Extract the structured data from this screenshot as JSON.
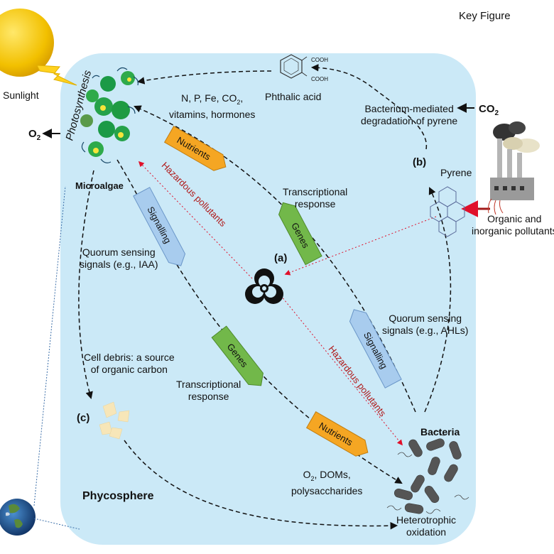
{
  "header": {
    "key_figure": "Key Figure"
  },
  "labels": {
    "sunlight": "Sunlight",
    "o2": "O",
    "o2_sub": "2",
    "photosynthesis": "Photosynthesis",
    "microalgae": "Microalgae",
    "nutrient_list_1": "N, P, Fe, CO",
    "nutrient_list_1_sub": "2",
    "nutrient_list_1_tail": ",",
    "nutrient_list_2": "vitamins, hormones",
    "phthalic_acid": "Phthalic acid",
    "cooh1": "COOH",
    "cooh2": "COOH",
    "bacterium_deg_1": "Bacterium-mediated",
    "bacterium_deg_2": "degradation of pyrene",
    "co2": "CO",
    "co2_sub": "2",
    "label_b": "(b)",
    "pyrene": "Pyrene",
    "pollutants_1": "Organic and",
    "pollutants_2": "inorganic pollutants",
    "transcriptional_top_1": "Transcriptional",
    "transcriptional_top_2": "response",
    "quorum_left_1": "Quorum sensing",
    "quorum_left_2": "signals (e.g., IAA)",
    "label_a": "(a)",
    "quorum_right_1": "Quorum sensing",
    "quorum_right_2": "signals (e.g., AHLs)",
    "cell_debris_1": "Cell debris: a source",
    "cell_debris_2": "of organic carbon",
    "label_c": "(c)",
    "transcriptional_bot_1": "Transcriptional",
    "transcriptional_bot_2": "response",
    "bacteria": "Bacteria",
    "o2doms_1": "O",
    "o2doms_1_sub": "2",
    "o2doms_1_tail": ", DOMs,",
    "o2doms_2": "polysaccharides",
    "phycosphere": "Phycosphere",
    "heterotrophic_1": "Heterotrophic",
    "heterotrophic_2": "oxidation"
  },
  "tags": {
    "nutrients_top": "Nutrients",
    "signalling_left": "Signalling",
    "hazardous_left": "Hazardous pollutants",
    "genes_top": "Genes",
    "signalling_right": "Signalling",
    "hazardous_right": "Hazardous pollutants",
    "genes_bottom": "Genes",
    "nutrients_bottom": "Nutrients"
  },
  "colors": {
    "phycosphere_fill": "#cbe9f7",
    "nutrients": "#f5a623",
    "genes": "#72b84a",
    "signalling": "#a8ccee",
    "hazard_red": "#c0272d",
    "algae_green": "#2eaa4a"
  }
}
